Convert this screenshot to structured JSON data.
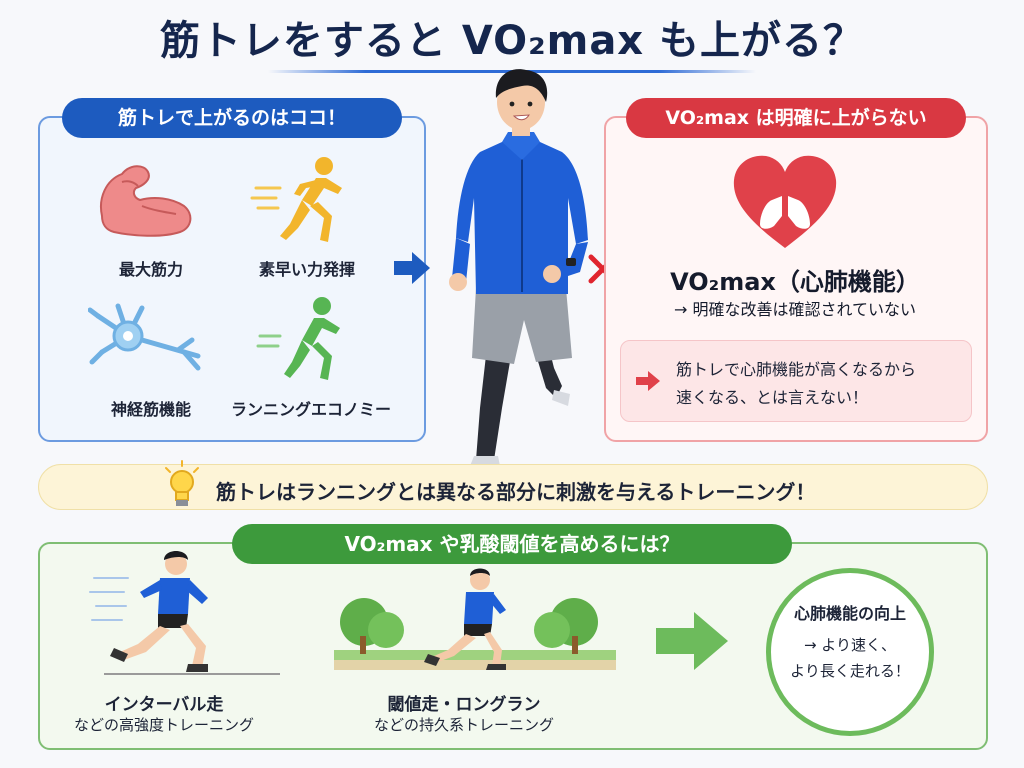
{
  "title": "筋トレをすると VO₂max も上がる？",
  "left_panel": {
    "heading": "筋トレで上がるのはココ！",
    "items": [
      {
        "label": "最大筋力",
        "icon": "flexed-arm-icon"
      },
      {
        "label": "素早い力発揮",
        "icon": "sprinting-figure-icon"
      },
      {
        "label": "神経筋機能",
        "icon": "neuron-icon"
      },
      {
        "label": "ランニングエコノミー",
        "icon": "running-figure-icon"
      }
    ]
  },
  "right_panel": {
    "heading": "VO₂max は明確に上がらない",
    "metric": "VO₂max（心肺機能）",
    "metric_note": "→ 明確な改善は確認されていない",
    "callout_line1": "筋トレで心肺機能が高くなるから",
    "callout_line2": "速くなる、とは言えない！"
  },
  "tip": "筋トレはランニングとは異なる部分に刺激を与えるトレーニング！",
  "bottom": {
    "heading": "VO₂max や乳酸閾値を高めるには？",
    "method1_main": "インターバル走",
    "method1_sub": "などの高強度トレーニング",
    "method2_main": "閾値走・ロングラン",
    "method2_sub": "などの持久系トレーニング",
    "result_title": "心肺機能の向上",
    "result_line1": "→ より速く、",
    "result_line2": "より長く走れる！"
  },
  "colors": {
    "blue": "#1d5bbf",
    "red": "#d93842",
    "green": "#3d9a3c",
    "muscle": "#ee8a8a",
    "yellow": "#f2b52c",
    "neuron": "#6fb0e3",
    "economy_green": "#57b553"
  }
}
